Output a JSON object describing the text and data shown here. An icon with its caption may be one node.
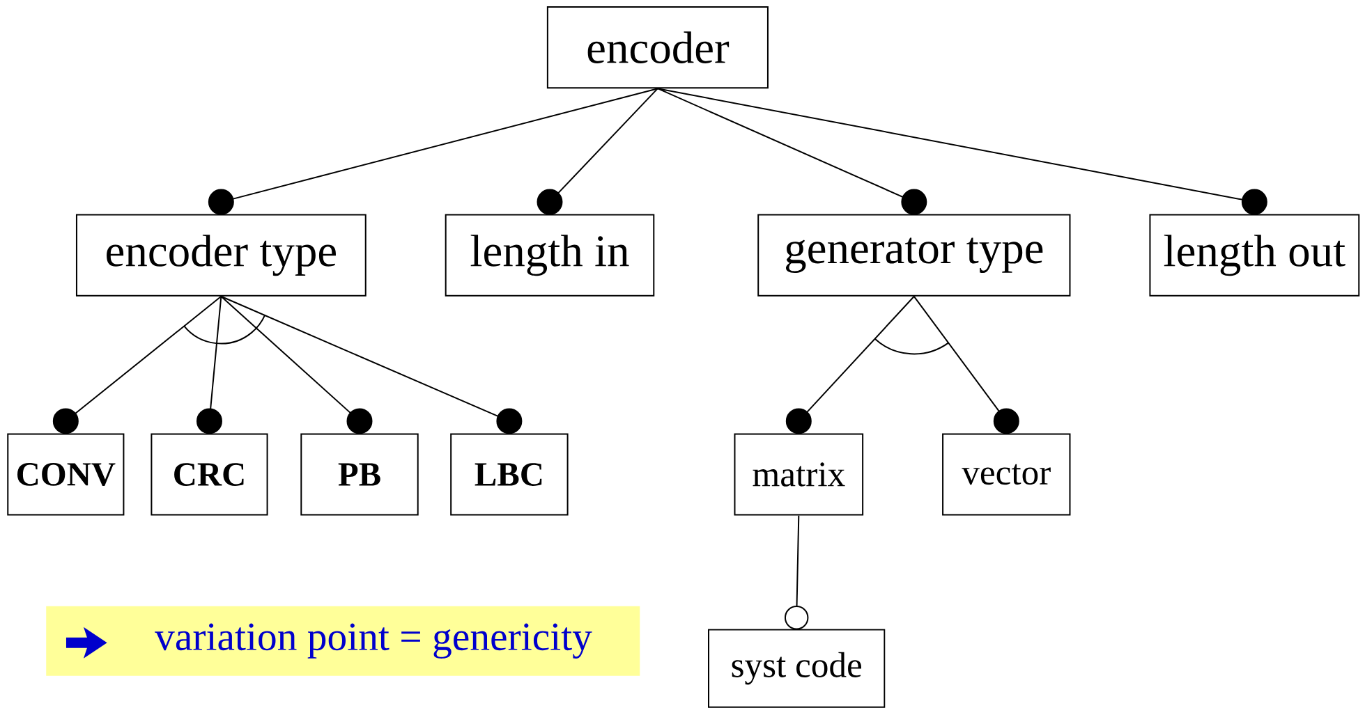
{
  "diagram": {
    "nodes": [
      {
        "text": [
          "encoder"
        ]
      },
      {
        "text": [
          "encoder type"
        ]
      },
      {
        "text": [
          "length in"
        ]
      },
      {
        "text": [
          "generator type"
        ]
      },
      {
        "text": [
          "length out"
        ]
      },
      {
        "text": [
          "CONV"
        ]
      },
      {
        "text": [
          "CRC"
        ]
      },
      {
        "text": [
          "PB"
        ]
      },
      {
        "text": [
          "LBC"
        ]
      },
      {
        "text": [
          "matrix"
        ]
      },
      {
        "text": [
          "vector"
        ]
      },
      {
        "text": [
          "syst code"
        ]
      },
      {
        "text": [
          "variation point = genericity"
        ]
      }
    ],
    "edges": [
      {
        "from": 0,
        "to": 1,
        "arrow": "other"
      },
      {
        "from": 0,
        "to": 2,
        "arrow": "other"
      },
      {
        "from": 0,
        "to": 3,
        "arrow": "other"
      },
      {
        "from": 0,
        "to": 4,
        "arrow": "other"
      },
      {
        "from": 1,
        "to": 5,
        "arrow": "other"
      },
      {
        "from": 1,
        "to": 6,
        "arrow": "other"
      },
      {
        "from": 1,
        "to": 7,
        "arrow": "other"
      },
      {
        "from": 1,
        "to": 8,
        "arrow": "other"
      },
      {
        "from": 3,
        "to": 9,
        "arrow": "other"
      },
      {
        "from": 3,
        "to": 10,
        "arrow": "other"
      },
      {
        "from": 9,
        "to": 11,
        "arrow": "other"
      }
    ]
  }
}
